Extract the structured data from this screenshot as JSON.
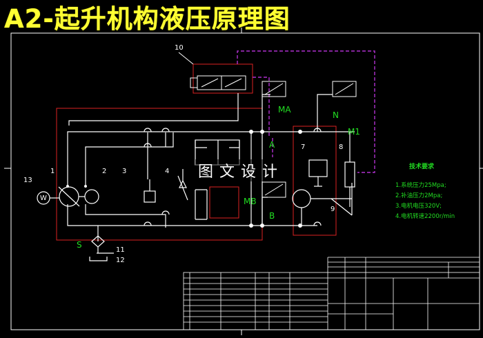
{
  "title": "A2-起升机构液压原理图",
  "watermark": "图文设计",
  "labels": {
    "n1": "1",
    "n2": "2",
    "n3": "3",
    "n4": "4",
    "n7": "7",
    "n8": "8",
    "n9": "9",
    "n10": "10",
    "n11": "11",
    "n12": "12",
    "n13": "13",
    "MA": "MA",
    "MB": "MB",
    "M1": "M1",
    "N": "N",
    "A": "A",
    "B": "B",
    "S": "S",
    "motor_w": "W"
  },
  "tech_requirements": {
    "heading": "技术要求",
    "items": [
      "1.系统压力25Mpa;",
      "2.补油压力2Mpa;",
      "3.电机电压320V;",
      "4.电机转速2200r/min"
    ]
  },
  "colors": {
    "title": "#ffff33",
    "frame": "#ffffff",
    "circuit": "#ffffff",
    "boundary": "#dd2222",
    "pilot": "#b030d0",
    "text_green": "#22dd22"
  }
}
